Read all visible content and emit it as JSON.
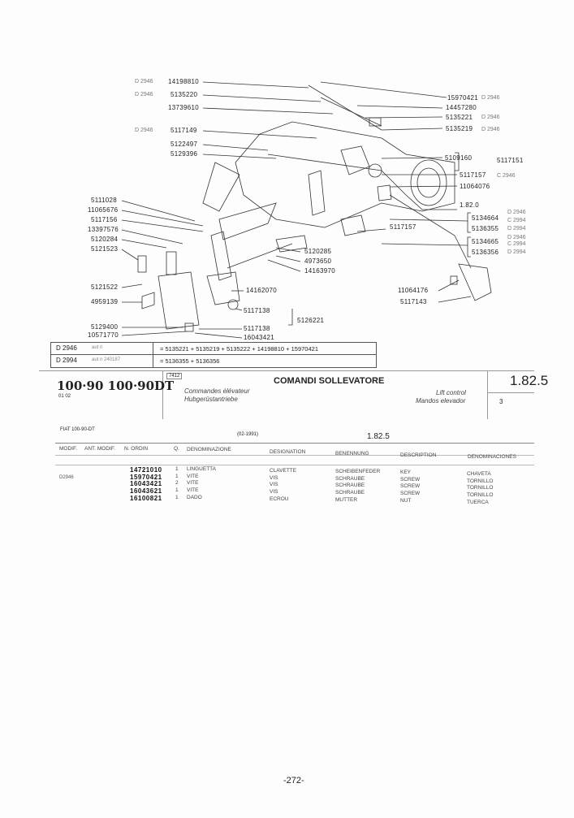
{
  "diagram": {
    "left_labels": [
      "14198810",
      "5135220",
      "13739610",
      "5117149",
      "5122497",
      "5129396",
      "5111028",
      "11065676",
      "5117156",
      "13397576",
      "5120284",
      "5121523",
      "5121522",
      "4959139",
      "5129400",
      "10571770"
    ],
    "left_mods": [
      "D 2946",
      "D 2946",
      "D 2946"
    ],
    "center_labels": [
      "5120285",
      "4973650",
      "14163970",
      "14162070",
      "5117138",
      "5126221",
      "5117138",
      "16043421",
      "5117157",
      "11064176",
      "5117143"
    ],
    "right_labels": [
      "15970421",
      "14457280",
      "5135221",
      "5135219",
      "5109160",
      "5117151",
      "5117157",
      "11064076",
      "1.82.0",
      "5134664",
      "5136355",
      "5134665",
      "5136356"
    ],
    "right_mods": [
      "D 2946",
      "D 2946",
      "D 2946",
      "C 2946",
      "D 2946",
      "C 2994",
      "D 2994",
      "D 2946",
      "C 2994",
      "D 2994"
    ]
  },
  "modifications": [
    {
      "code": "D 2946",
      "note": "aut n",
      "replacement": "= 5135221 + 5135219 + 5135222 + 14198810 + 15970421"
    },
    {
      "code": "D 2994",
      "note": "aut n 240187",
      "replacement": "= 5136355 + 5136356"
    }
  ],
  "title_block": {
    "models": "100·90 100·90DT",
    "sub": "01 02",
    "ref": "7412",
    "title": "COMANDI SOLLEVATORE",
    "fr": "Commandes élévateur",
    "de": "Hubgerüstantriebe",
    "en": "Lift control",
    "es": "Mandos elevador",
    "section": "1.82.5",
    "count": "3"
  },
  "table": {
    "brand": "FIAT 100-90-DT",
    "date": "(02-1991)",
    "section": "1.82.5",
    "headers": [
      "MODIF.",
      "ANT. MODIF.",
      "N. ORDIN",
      "Q.",
      "DENOMINAZIONE",
      "DESIGNATION",
      "BENENNUNG",
      "DESCRIPTION",
      "DENOMINACIONES"
    ],
    "rows": [
      {
        "modif": "",
        "part": "14721010",
        "q": "1",
        "it": "LINGUETTA",
        "fr": "CLAVETTE",
        "de": "SCHEIBENFEDER",
        "en": "KEY",
        "es": "CHAVETA"
      },
      {
        "modif": "D2946",
        "part": "15970421",
        "q": "1",
        "it": "VITE",
        "fr": "VIS",
        "de": "SCHRAUBE",
        "en": "SCREW",
        "es": "TORNILLO"
      },
      {
        "modif": "",
        "part": "16043421",
        "q": "2",
        "it": "VITE",
        "fr": "VIS",
        "de": "SCHRAUBE",
        "en": "SCREW",
        "es": "TORNILLO"
      },
      {
        "modif": "",
        "part": "16043621",
        "q": "1",
        "it": "VITE",
        "fr": "VIS",
        "de": "SCHRAUBE",
        "en": "SCREW",
        "es": "TORNILLO"
      },
      {
        "modif": "",
        "part": "16100821",
        "q": "1",
        "it": "DADO",
        "fr": "ECROU",
        "de": "MUTTER",
        "en": "NUT",
        "es": "TUERCA"
      }
    ]
  },
  "page_number": "-272-"
}
